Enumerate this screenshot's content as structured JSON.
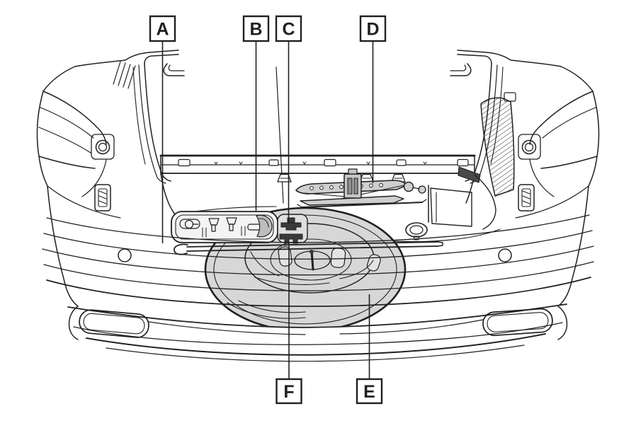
{
  "illustration": {
    "description": "vehicle rear cargo area cutaway with spare tire, jack and tools",
    "background_color": "#ffffff",
    "line_color": "#231f20",
    "tire_shade_color": "#d7d7d7",
    "jack_shade_color": "#cfcfcf"
  },
  "callouts": [
    {
      "id": "A",
      "letter": "A",
      "position": "top"
    },
    {
      "id": "B",
      "letter": "B",
      "position": "top"
    },
    {
      "id": "C",
      "letter": "C",
      "position": "top"
    },
    {
      "id": "D",
      "letter": "D",
      "position": "top"
    },
    {
      "id": "F",
      "letter": "F",
      "position": "bottom"
    },
    {
      "id": "E",
      "letter": "E",
      "position": "bottom"
    }
  ]
}
